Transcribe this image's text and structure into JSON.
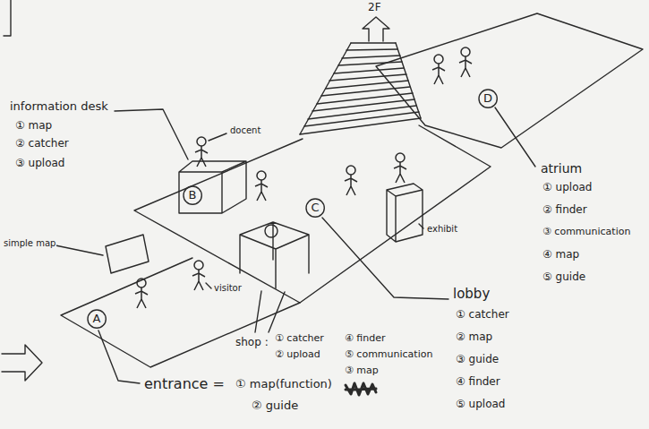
{
  "diagram": {
    "nodes": [
      {
        "text": [
          "D"
        ]
      },
      {
        "text": [
          "B"
        ]
      },
      {
        "text": [
          "C"
        ]
      },
      {
        "text": [
          "A"
        ]
      }
    ],
    "labels": [
      "2F",
      "information desk",
      "① map",
      "② catcher",
      "③ upload",
      "docent",
      "atrium",
      "① upload",
      "② finder",
      "③ communication",
      "④ map",
      "⑤ guide",
      "exhibit",
      "lobby",
      "① catcher",
      "② map",
      "③ guide",
      "④ finder",
      "⑤ upload",
      "simple map",
      "visitor",
      "shop :",
      "① catcher",
      "④ finder",
      "② upload",
      "⑤ communication",
      "③ map",
      "entrance =",
      "① map(function)",
      "② guide"
    ]
  }
}
